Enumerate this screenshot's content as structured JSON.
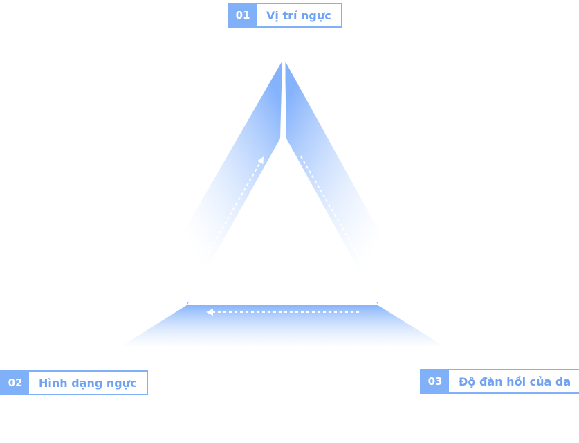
{
  "nodes": [
    {
      "number": "01",
      "label": "Vị trí ngực"
    },
    {
      "number": "02",
      "label": "Hình dạng ngực"
    },
    {
      "number": "03",
      "label": "Độ đàn hồi của da"
    }
  ],
  "colors": {
    "accent": "#7fb0f8",
    "glow": "#8ab7ff",
    "text": "#6fa2f2",
    "background": "#ffffff"
  },
  "arrows": [
    "bottom-left to top",
    "top to bottom-right",
    "bottom-right to bottom-left"
  ]
}
